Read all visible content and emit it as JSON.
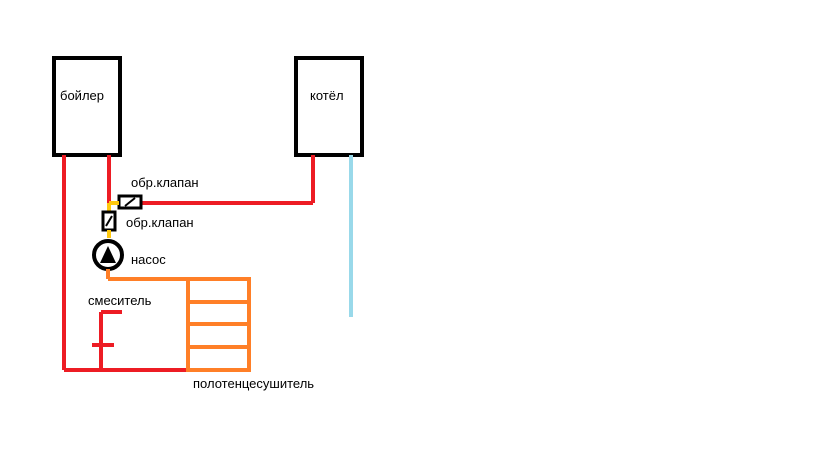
{
  "labels": {
    "boiler": "бойлер",
    "kotel": "котёл",
    "check_valve_1": "обр.клапан",
    "check_valve_2": "обр.клапан",
    "pump": "насос",
    "mixer": "смеситель",
    "towel_dryer": "полотенцесушитель"
  },
  "colors": {
    "hot_pipe": "#ed1c24",
    "cold_pipe": "#99d9ea",
    "towel_dryer": "#ff7f27",
    "valve_flow": "#ffc90e",
    "outline": "#000000",
    "background": "#ffffff"
  }
}
